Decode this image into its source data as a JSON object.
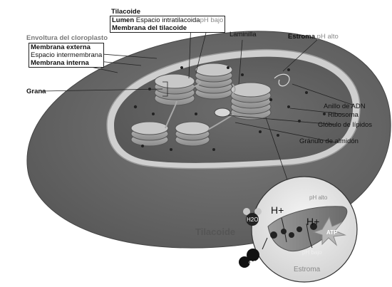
{
  "diagram": {
    "thylakoid_header": "Tilacoide",
    "lumen_label": "Lumen",
    "lumen_desc": "Espacio intratilacoida",
    "lumen_ph": "pH bajo",
    "thylakoid_membrane": "Membrana del tilacoide",
    "envelope_header": "Envoltura del cloroplasto",
    "outer_membrane": "Membrana externa",
    "intermembrane_space": "Espacio intermembrana",
    "inner_membrane": "Membrana interna",
    "lamella": "Laminilla",
    "stroma_label": "Estroma",
    "stroma_ph": "pH alto",
    "grana": "Grana",
    "dna_ring": "Anillo de ADN",
    "ribosome": "Ribosoma",
    "lipid_globule": "Glóbulo de lípidos",
    "starch_granule": "Gránulo de almidón",
    "inset": {
      "ph_high": "pH alto",
      "water": "H2O",
      "h_plus_1": "H+",
      "h_plus_2": "H+",
      "atp": "ATP",
      "ph_low": "pH bajo",
      "thylakoid": "Tilacoide",
      "stroma": "Estroma",
      "oxygen": "O2"
    }
  }
}
